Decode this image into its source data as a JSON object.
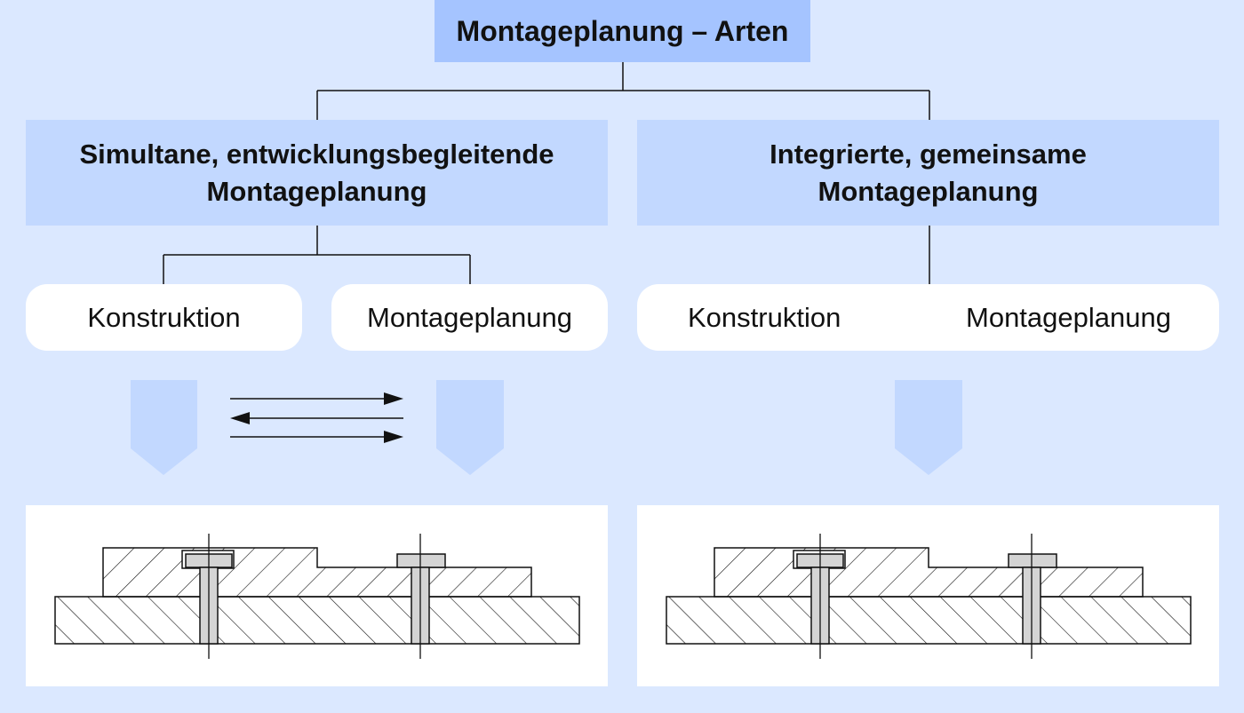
{
  "title": "Montageplanung – Arten",
  "left": {
    "heading_line1": "Simultane, entwicklungsbegleitende",
    "heading_line2": "Montageplanung",
    "pill_a": "Konstruktion",
    "pill_b": "Montageplanung"
  },
  "right": {
    "heading_line1": "Integrierte, gemeinsame",
    "heading_line2": "Montageplanung",
    "pill_a": "Konstruktion",
    "pill_b": "Montageplanung"
  },
  "colors": {
    "background": "#dbe8ff",
    "title_fill": "#a5c4ff",
    "heading_fill": "#c2d8ff",
    "arrow_fill": "#c2d8ff",
    "bolt_fill": "#d4d4d4"
  }
}
